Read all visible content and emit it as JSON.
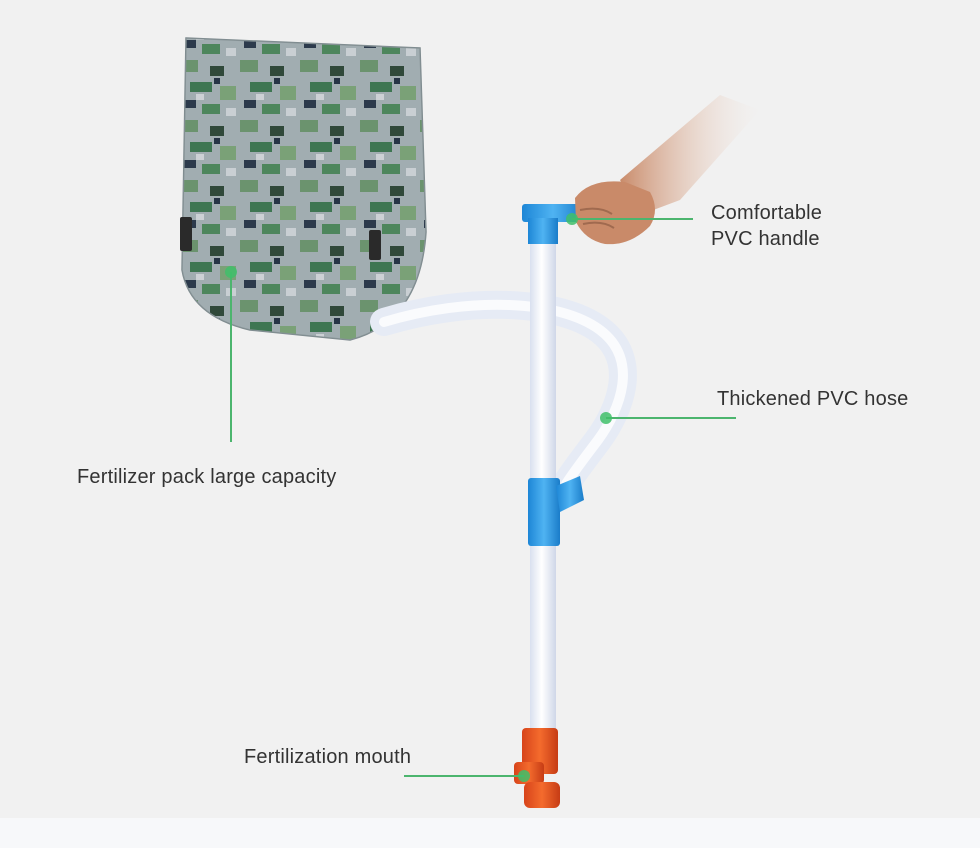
{
  "labels": {
    "handle_line1": "Comfortable",
    "handle_line2": "PVC handle",
    "hose": "Thickened PVC hose",
    "pack": "Fertilizer pack large capacity",
    "mouth": "Fertilization mouth"
  },
  "colors": {
    "callout_line": "#4cb56e",
    "callout_dot": "#3fbf6a",
    "pipe_white": "#eef2fb",
    "pipe_blue": "#2f9be6",
    "mouth_orange": "#e8581f",
    "background": "#f2f2f2"
  }
}
